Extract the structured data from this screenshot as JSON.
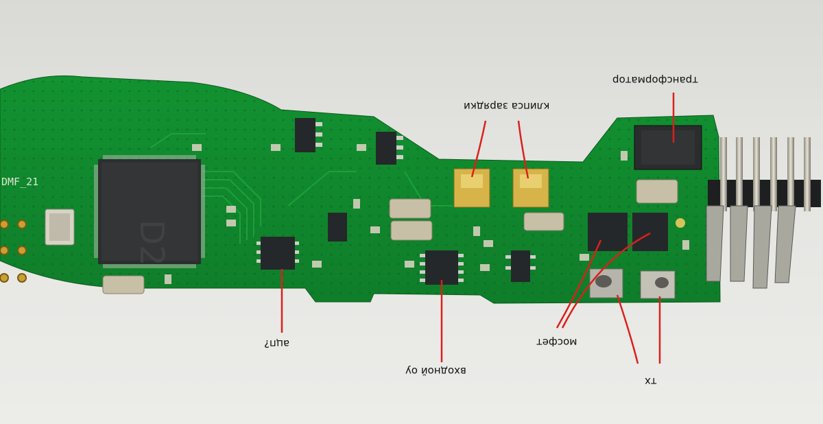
{
  "photo": {
    "board_silkscreen": "DMF_21",
    "annotation_color": "#d9211c",
    "pcb_color": "#138a2e",
    "annotations": {
      "adc": "ацп?",
      "input_opamp": "входной оу",
      "mosfet": "мосфет",
      "tx": "тх",
      "charging_clip": "клипса зарядки",
      "transformer": "трансформатор"
    }
  }
}
